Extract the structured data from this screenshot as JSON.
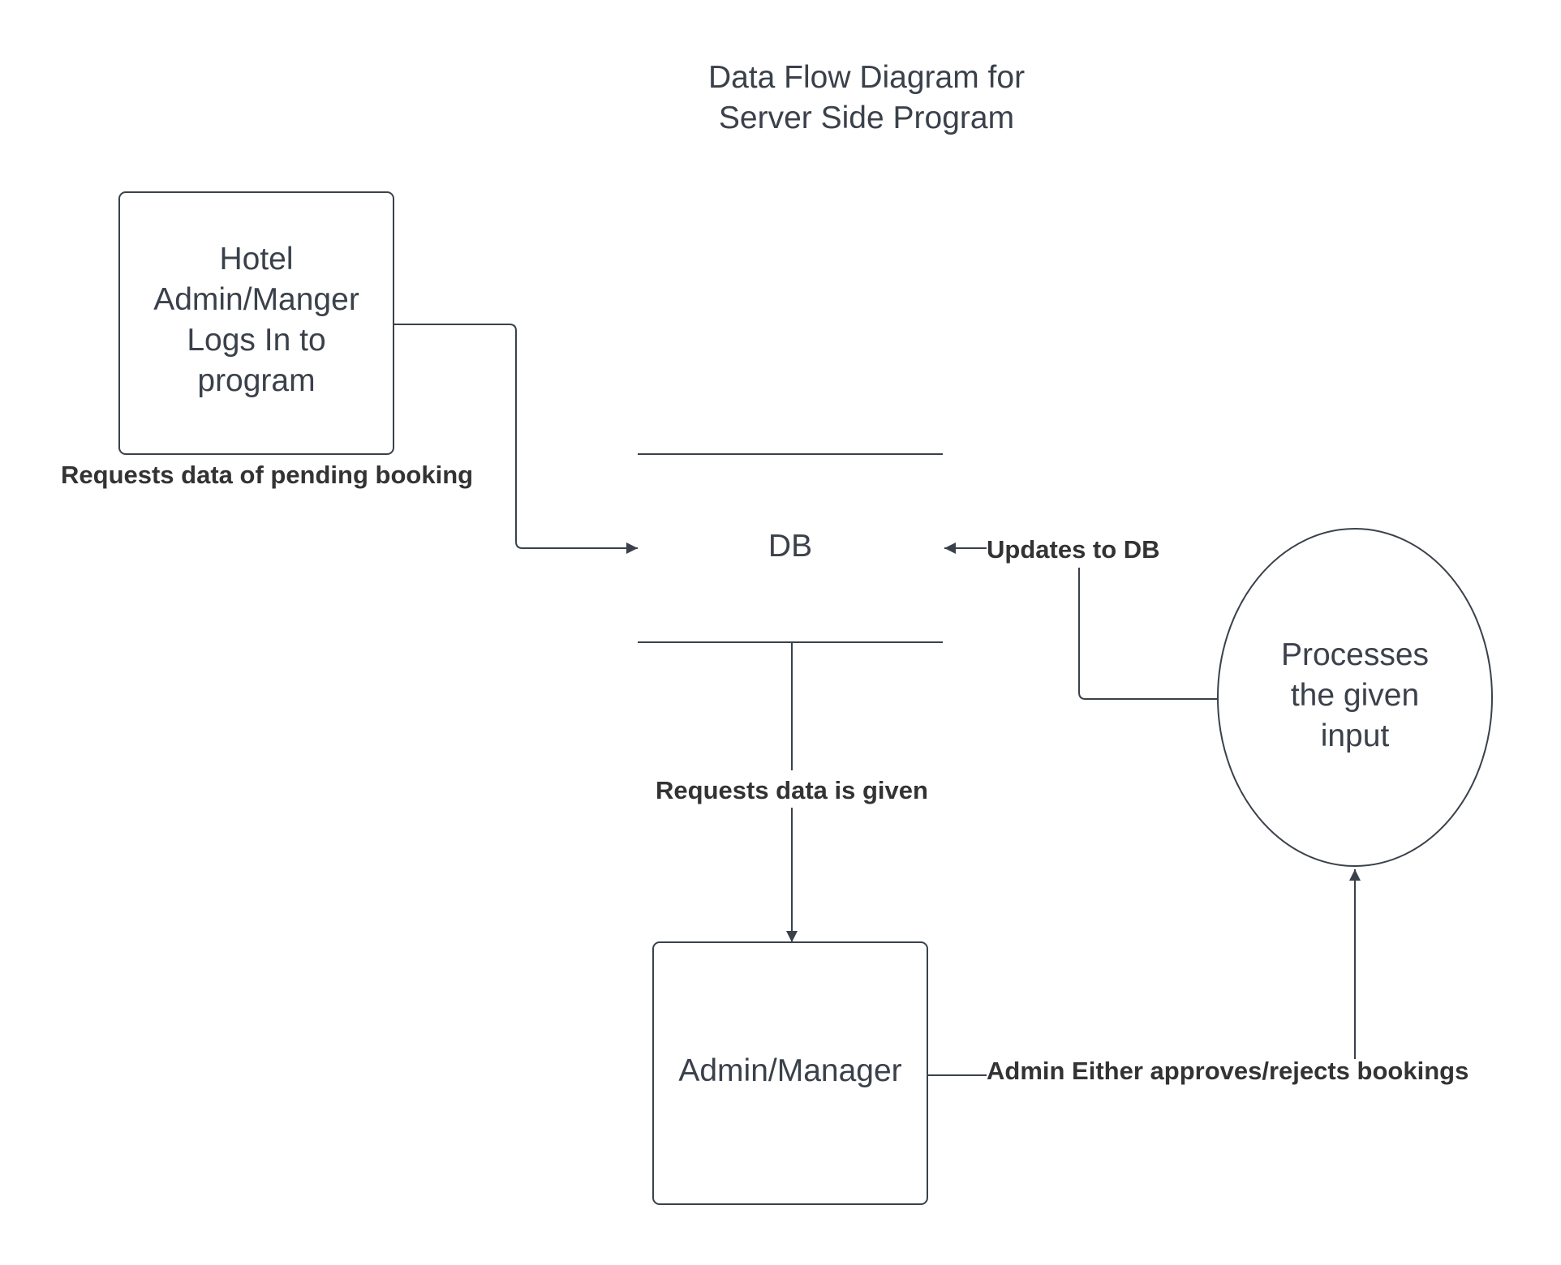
{
  "diagram": {
    "title_lines": [
      "Data Flow Diagram for",
      "Server Side Program"
    ],
    "nodes": {
      "hotel_admin": {
        "shape": "rounded-rectangle",
        "lines": [
          "Hotel",
          "Admin/Manger",
          "Logs In to",
          "program"
        ]
      },
      "db": {
        "shape": "data-store",
        "label": "DB"
      },
      "process": {
        "shape": "ellipse",
        "lines": [
          "Processes",
          "the given",
          "input"
        ]
      },
      "admin_manager": {
        "shape": "rounded-rectangle",
        "label": "Admin/Manager"
      }
    },
    "flows": {
      "requests_pending": {
        "from": "hotel_admin",
        "to": "db",
        "label": "Requests data of pending booking"
      },
      "data_given": {
        "from": "db",
        "to": "admin_manager",
        "label": "Requests data is given"
      },
      "approves_rejects": {
        "from": "admin_manager",
        "to": "process",
        "label": "Admin Either approves/rejects bookings"
      },
      "updates_db": {
        "from": "process",
        "to": "db",
        "label": "Updates to DB"
      }
    },
    "colors": {
      "stroke": "#3a414a",
      "text": "#3a414a",
      "label_text": "#333333",
      "background": "#ffffff"
    }
  }
}
